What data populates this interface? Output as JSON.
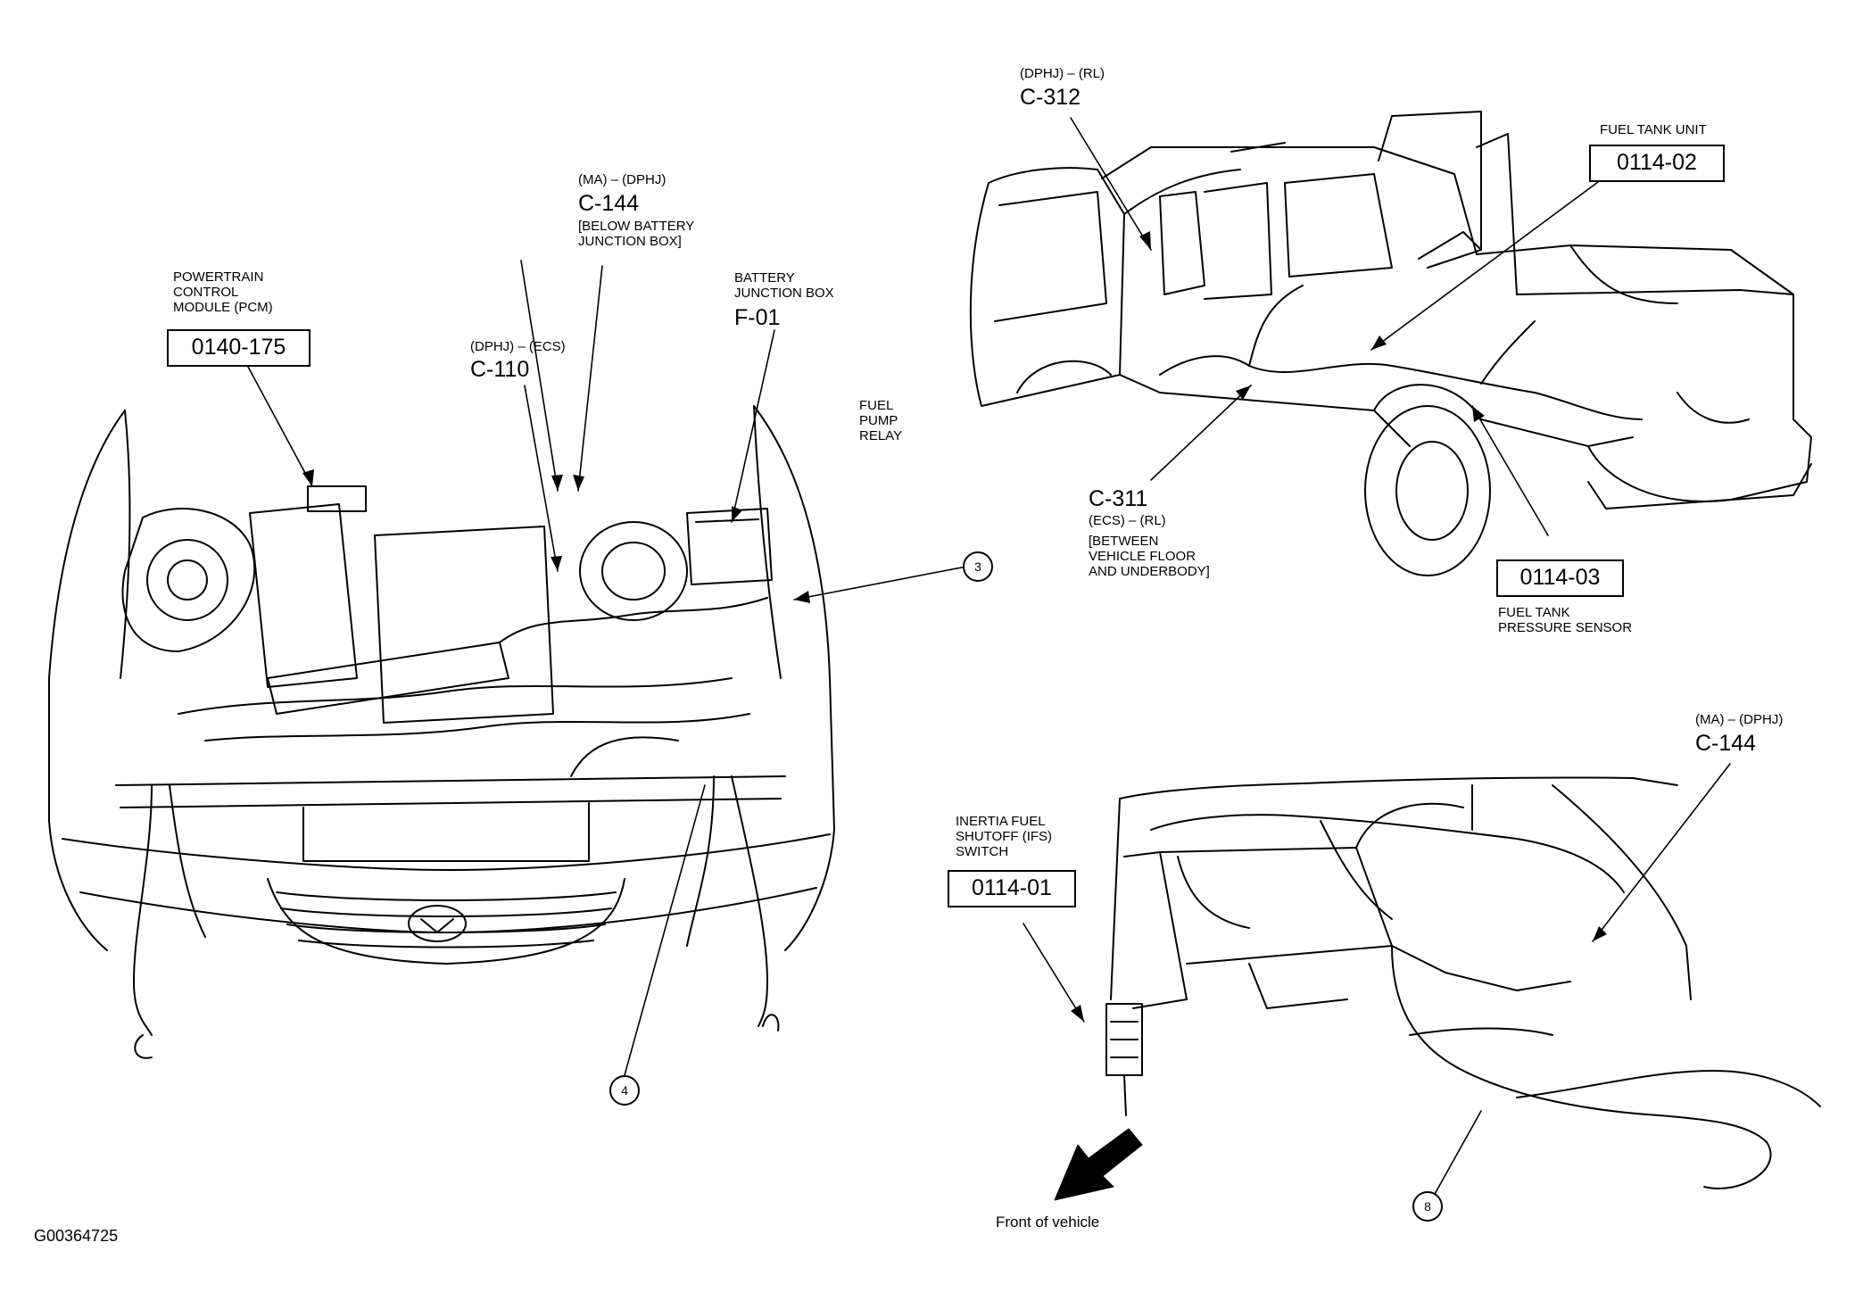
{
  "engine": {
    "pcm": {
      "line1": "POWERTRAIN",
      "line2": "CONTROL",
      "line3": "MODULE (PCM)",
      "code": "0140-175"
    },
    "c144": {
      "sub": "(MA) – (DPHJ)",
      "id": "C-144",
      "note1": "[BELOW BATTERY",
      "note2": "JUNCTION BOX]"
    },
    "bjb": {
      "line1": "BATTERY",
      "line2": "JUNCTION BOX",
      "id": "F-01"
    },
    "c110": {
      "sub": "(DPHJ) – (ECS)",
      "id": "C-110"
    },
    "relay": {
      "line1": "FUEL",
      "line2": "PUMP",
      "line3": "RELAY"
    },
    "callout3": "3",
    "callout4": "4"
  },
  "truck": {
    "c312": {
      "sub": "(DPHJ) – (RL)",
      "id": "C-312"
    },
    "fuel_unit": {
      "label": "FUEL TANK UNIT",
      "code": "0114-02"
    },
    "c311": {
      "id": "C-311",
      "sub": "(ECS) – (RL)",
      "note1": "[BETWEEN",
      "note2": "VEHICLE FLOOR",
      "note3": "AND UNDERBODY]"
    },
    "pressure": {
      "code": "0114-03",
      "line1": "FUEL TANK",
      "line2": "PRESSURE SENSOR"
    }
  },
  "dash": {
    "c144": {
      "sub": "(MA) – (DPHJ)",
      "id": "C-144"
    },
    "ifs": {
      "line1": "INERTIA FUEL",
      "line2": "SHUTOFF (IFS)",
      "line3": "SWITCH",
      "code": "0114-01"
    },
    "front": "Front of vehicle",
    "callout8": "8"
  },
  "figure_id": "G00364725"
}
